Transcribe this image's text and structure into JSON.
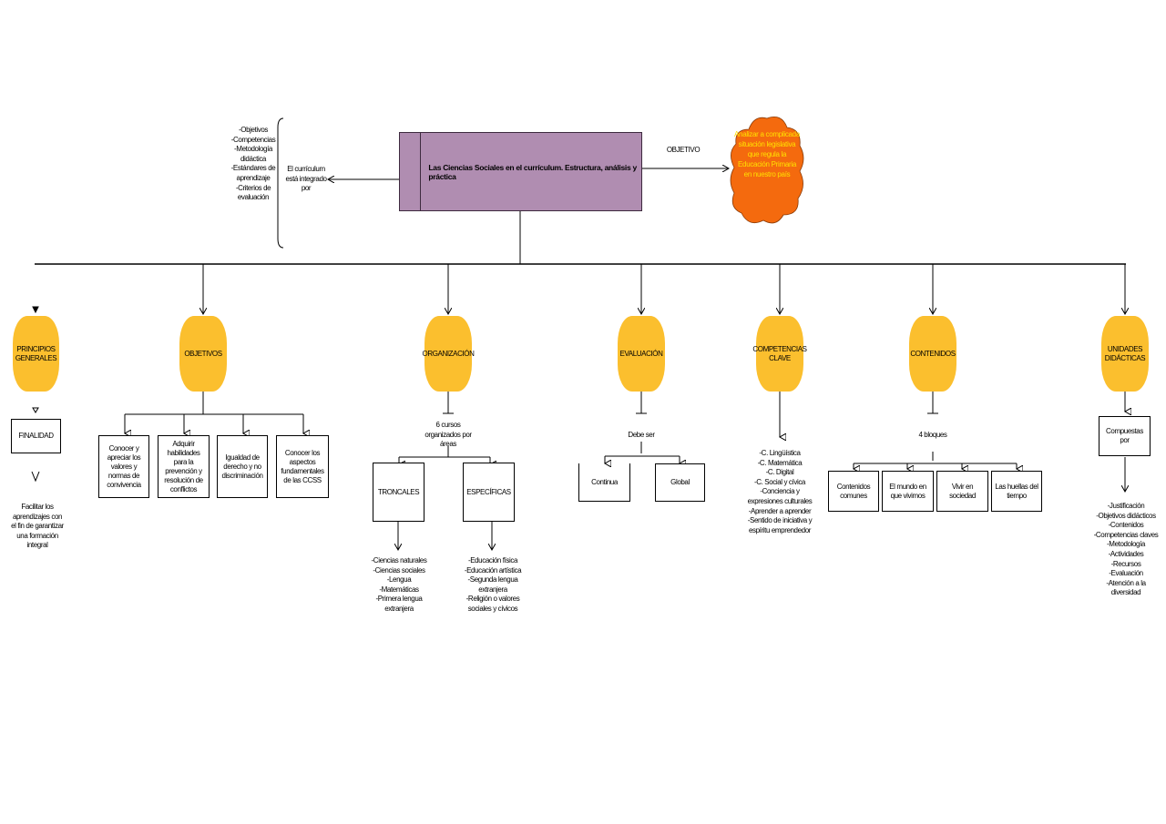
{
  "title": "Las Ciencias Sociales en el currículum. Estructura, análisis y práctica",
  "left_panel": {
    "label": "El currículum está integrado por",
    "items": [
      "-Objetivos",
      "-Competencias",
      "-Metodología didáctica",
      "-Estándares de aprendizaje",
      "-Criterios de evaluación"
    ]
  },
  "objective": {
    "link_label": "OBJETIVO",
    "cloud_text": "Analizar a complicada situación legislativa que regula la Educación Primaria en nuestro país"
  },
  "branches": {
    "principios": {
      "label": "PRINCIPIOS GENERALES",
      "finalidad": "FINALIDAD",
      "text": "Facilitar los aprendizajes con el fin de garantizar una formación integral"
    },
    "objetivos": {
      "label": "OBJETIVOS",
      "items": [
        "Conocer y apreciar los valores y normas de convivencia",
        "Adquirir habilidades para la prevención y resolución de conflictos",
        "Igualdad de derecho y no discriminación",
        "Conocer los aspectos fundamentales de las CCSS"
      ]
    },
    "organizacion": {
      "label": "ORGANIZACIÓN",
      "link_text": "6 cursos organizados por áreas",
      "troncales": "TRONCALES",
      "especificas": "ESPECÍFICAS",
      "troncales_list": [
        "-Ciencias naturales",
        "-Ciencias sociales",
        "-Lengua",
        "-Matemáticas",
        "-Primera lengua extranjera"
      ],
      "especificas_list": [
        "-Educación física",
        "-Educación artística",
        "-Segunda lengua extranjera",
        "-Religión o valores sociales y cívicos"
      ]
    },
    "evaluacion": {
      "label": "EVALUACIÓN",
      "link_text": "Debe ser",
      "continua": "Continua",
      "global": "Global"
    },
    "competencias": {
      "label": "COMPETENCIAS CLAVE",
      "items": [
        "-C. Lingüística",
        "-C. Matemática",
        "-C. Digital",
        "-C. Social y cívica",
        "-Conciencia y expresiones culturales",
        "-Aprender a aprender",
        "-Sentido de iniciativa y espíritu emprendedor"
      ]
    },
    "contenidos": {
      "label": "CONTENIDOS",
      "link_text": "4 bloques",
      "bloques": [
        "Contenidos comunes",
        "El mundo en que vivimos",
        "Vivir en sociedad",
        "Las huellas del tiempo"
      ]
    },
    "unidades": {
      "label": "UNIDADES DIDÁCTICAS",
      "compuestas": "Compuestas por",
      "items": [
        "-Justificación",
        "-Objetivos didácticos",
        "-Contenidos",
        "-Competencias claves",
        "-Metodología",
        "-Actividades",
        "-Recursos",
        "-Evaluación",
        "-Atención a la diversidad"
      ]
    }
  },
  "colors": {
    "node": "#fbbf2e",
    "title_box": "#b08db1",
    "cloud": "#f46a0e",
    "cloud_text": "#ffe100"
  }
}
